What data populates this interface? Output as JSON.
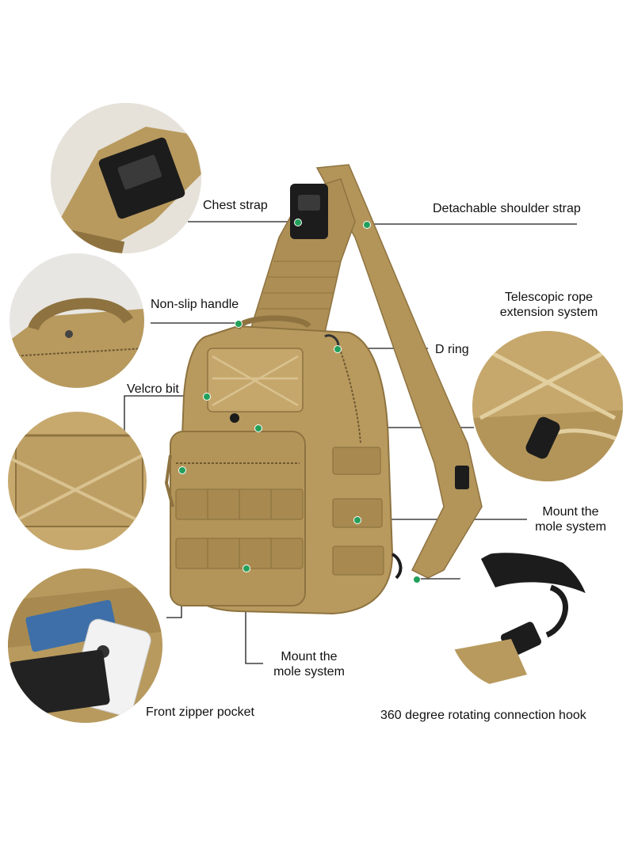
{
  "colors": {
    "tan": "#b89a5e",
    "tan_dark": "#8e7340",
    "tan_light": "#cdb27a",
    "buckle": "#1c1c1c",
    "leader_line": "#1a1a1a",
    "marker": "#22a05a"
  },
  "labels": {
    "chest_strap": "Chest strap",
    "detachable_shoulder_strap": "Detachable shoulder strap",
    "non_slip_handle": "Non-slip handle",
    "telescopic_rope_line1": "Telescopic rope",
    "telescopic_rope_line2": "extension system",
    "d_ring": "D ring",
    "velcro_bit": "Velcro bit",
    "mount_right_line1": "Mount the",
    "mount_right_line2": "mole system",
    "mount_bottom_line1": "Mount the",
    "mount_bottom_line2": "mole system",
    "front_zipper_pocket": "Front zipper pocket",
    "rotating_hook": "360 degree rotating connection hook"
  },
  "icons": {
    "chest_buckle": "buckle-icon",
    "handle": "handle-icon",
    "velcro": "velcro-icon",
    "pocket": "pocket-icon",
    "rope": "rope-icon",
    "hook": "hook-icon"
  }
}
